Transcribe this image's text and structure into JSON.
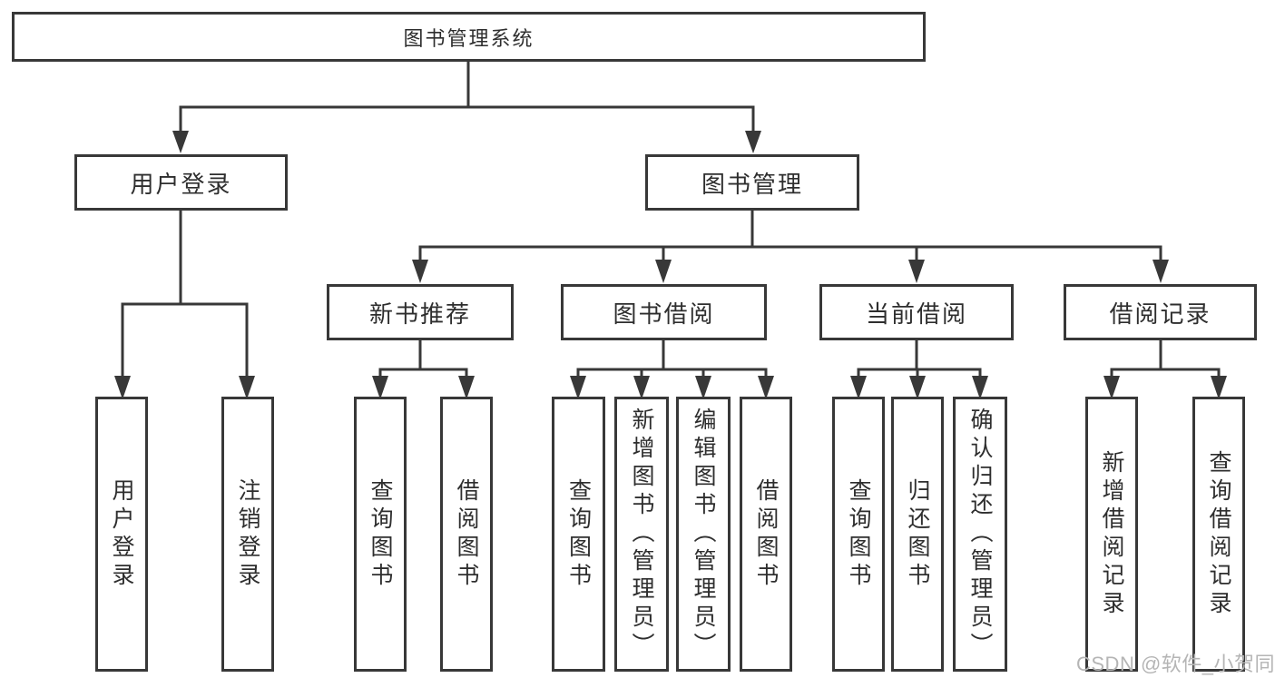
{
  "diagram": {
    "type": "hierarchy-tree",
    "nodes": {
      "root": "图书管理系统",
      "user_login": "用户登录",
      "book_management": "图书管理",
      "new_book_recommend": "新书推荐",
      "book_borrowing": "图书借阅",
      "current_borrowing": "当前借阅",
      "borrowing_records": "借阅记录",
      "leaf_user_login": "用户登录",
      "leaf_logout_login": "注销登录",
      "leaf_query_books_recommend": "查询图书",
      "leaf_borrow_books_recommend": "借阅图书",
      "leaf_query_books_borrowing": "查询图书",
      "leaf_add_books_admin": "新增图书（管理员）",
      "leaf_edit_books_admin": "编辑图书（管理员）",
      "leaf_borrow_books_borrowing": "借阅图书",
      "leaf_query_books_current": "查询图书",
      "leaf_return_books": "归还图书",
      "leaf_confirm_return_admin": "确认归还（管理员）",
      "leaf_add_borrow_record": "新增借阅记录",
      "leaf_query_borrow_record": "查询借阅记录"
    },
    "edges": [
      [
        "root",
        "user_login"
      ],
      [
        "root",
        "book_management"
      ],
      [
        "user_login",
        "leaf_user_login"
      ],
      [
        "user_login",
        "leaf_logout_login"
      ],
      [
        "book_management",
        "new_book_recommend"
      ],
      [
        "book_management",
        "book_borrowing"
      ],
      [
        "book_management",
        "current_borrowing"
      ],
      [
        "book_management",
        "borrowing_records"
      ],
      [
        "new_book_recommend",
        "leaf_query_books_recommend"
      ],
      [
        "new_book_recommend",
        "leaf_borrow_books_recommend"
      ],
      [
        "book_borrowing",
        "leaf_query_books_borrowing"
      ],
      [
        "book_borrowing",
        "leaf_add_books_admin"
      ],
      [
        "book_borrowing",
        "leaf_edit_books_admin"
      ],
      [
        "book_borrowing",
        "leaf_borrow_books_borrowing"
      ],
      [
        "current_borrowing",
        "leaf_query_books_current"
      ],
      [
        "current_borrowing",
        "leaf_return_books"
      ],
      [
        "current_borrowing",
        "leaf_confirm_return_admin"
      ],
      [
        "borrowing_records",
        "leaf_add_borrow_record"
      ],
      [
        "borrowing_records",
        "leaf_query_borrow_record"
      ]
    ]
  },
  "watermark": "CSDN @软件_小贺同学",
  "colors": {
    "line": "#383838",
    "box_border": "#383838",
    "text": "#2e2e2e",
    "watermark": "#b5b5b5",
    "background": "#ffffff"
  }
}
